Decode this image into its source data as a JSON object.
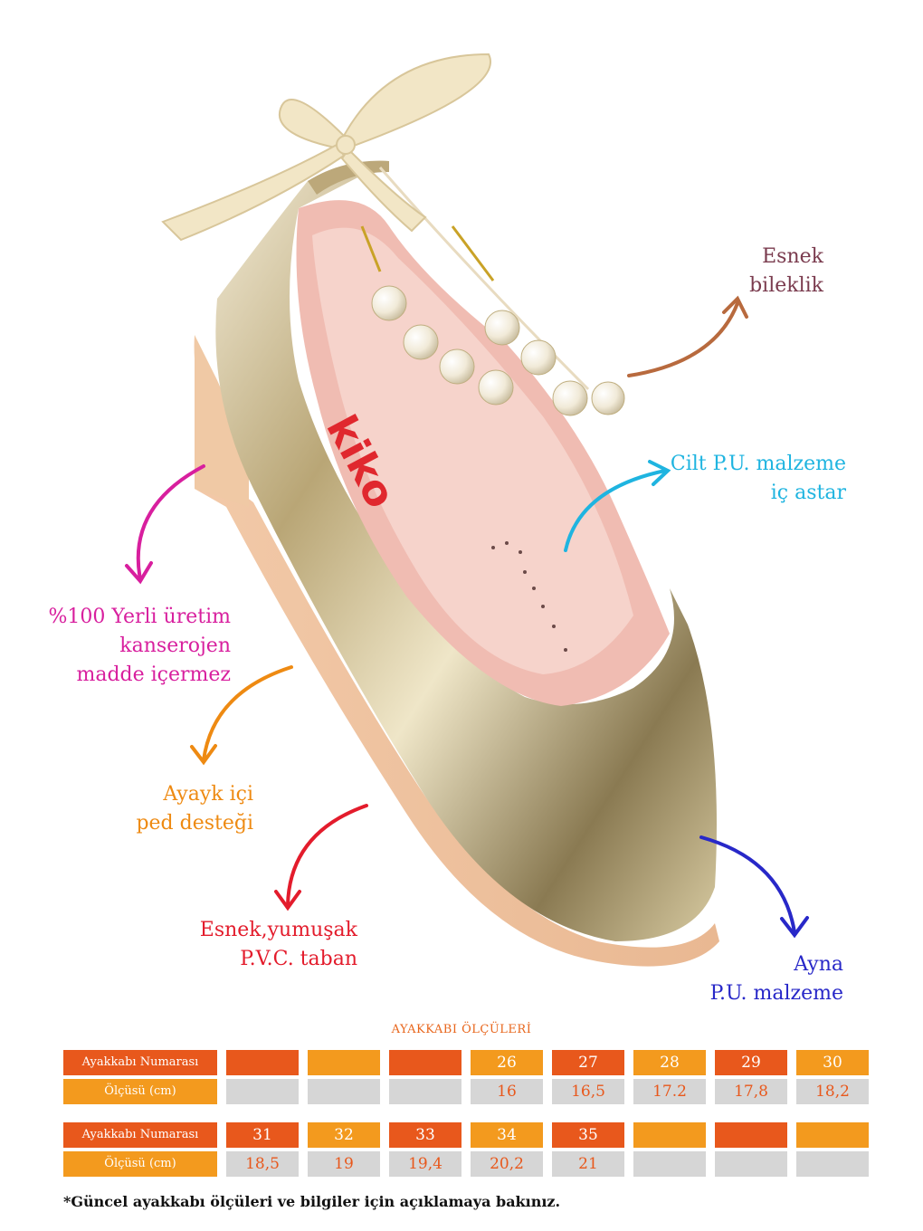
{
  "product": {
    "brand_logo": "kiko",
    "callouts": {
      "bileklik": [
        "Esnek",
        "bileklik"
      ],
      "astar": [
        "Cilt P.U. malzeme",
        "iç astar"
      ],
      "yerli": [
        "%100 Yerli üretim",
        "kanserojen",
        "madde içermez"
      ],
      "ped": [
        "Ayayk içi",
        "ped desteği"
      ],
      "taban": [
        "Esnek,yumuşak",
        "P.V.C. taban"
      ],
      "ayna": [
        "Ayna",
        "P.U. malzeme"
      ]
    }
  },
  "colors": {
    "bileklik": "#7a3b4e",
    "astar": "#1fb4e0",
    "yerli": "#d81f9e",
    "ped": "#ee8a12",
    "taban": "#e31c2c",
    "ayna": "#2828c8",
    "table_orange": "#e8581c",
    "table_amber": "#f39a1e",
    "table_grey": "#d6d6d6"
  },
  "size_table": {
    "title": "AYAKKABI ÖLÇÜLERİ",
    "row_label_size": "Ayakkabı Numarası",
    "row_label_cm": "Ölçüsü (cm)",
    "block1": {
      "sizes": [
        "",
        "",
        "",
        "26",
        "27",
        "28",
        "29",
        "30"
      ],
      "cms": [
        "",
        "",
        "",
        "16",
        "16,5",
        "17.2",
        "17,8",
        "18,2"
      ]
    },
    "block2": {
      "sizes": [
        "31",
        "32",
        "33",
        "34",
        "35",
        "",
        "",
        ""
      ],
      "cms": [
        "18,5",
        "19",
        "19,4",
        "20,2",
        "21",
        "",
        "",
        ""
      ]
    },
    "note": "*Güncel ayakkabı ölçüleri ve bilgiler için açıklamaya bakınız."
  }
}
